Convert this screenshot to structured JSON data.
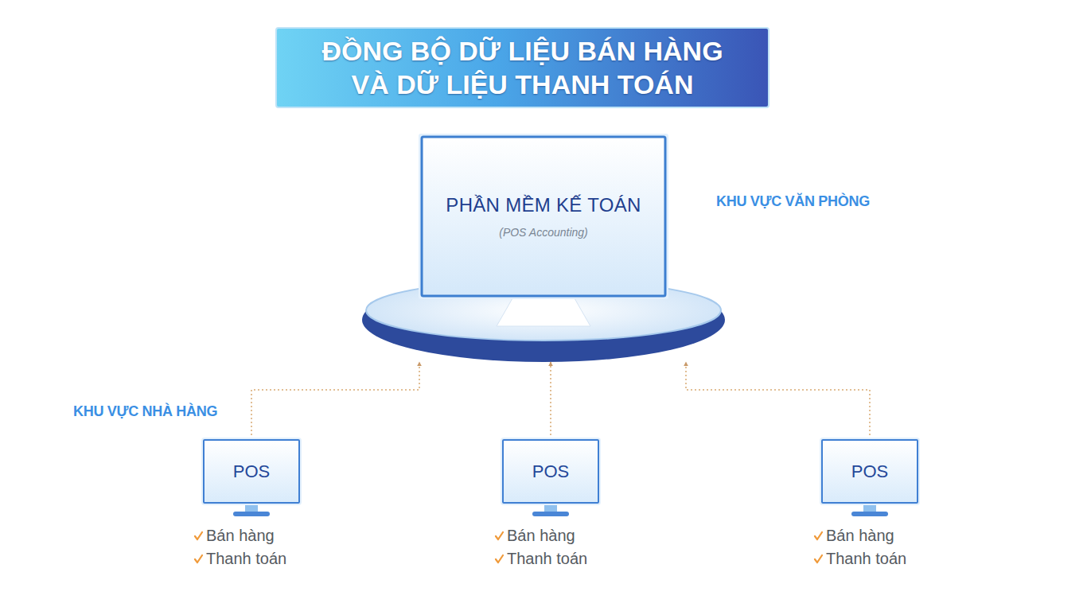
{
  "diagram": {
    "title": "ĐỒNG BỘ DỮ LIỆU BÁN HÀNG VÀ DỮ LIỆU THANH TOÁN",
    "nodes": [
      {
        "text": [
          "PHẦN MỀM KẾ TOÁN",
          "(POS Accounting)"
        ]
      },
      {
        "text": [
          "POS"
        ]
      },
      {
        "text": [
          "POS"
        ]
      },
      {
        "text": [
          "POS"
        ]
      }
    ],
    "edges": [
      {
        "from": 1,
        "to": 0,
        "arrow": "to"
      },
      {
        "from": 2,
        "to": 0,
        "arrow": "to"
      },
      {
        "from": 3,
        "to": 0,
        "arrow": "to"
      }
    ],
    "labels": [
      "KHU VỰC VĂN PHÒNG",
      "KHU VỰC NHÀ HÀNG",
      "Bán hàng",
      "Thanh toán",
      "Bán hàng",
      "Thanh toán",
      "Bán hàng",
      "Thanh toán"
    ]
  }
}
